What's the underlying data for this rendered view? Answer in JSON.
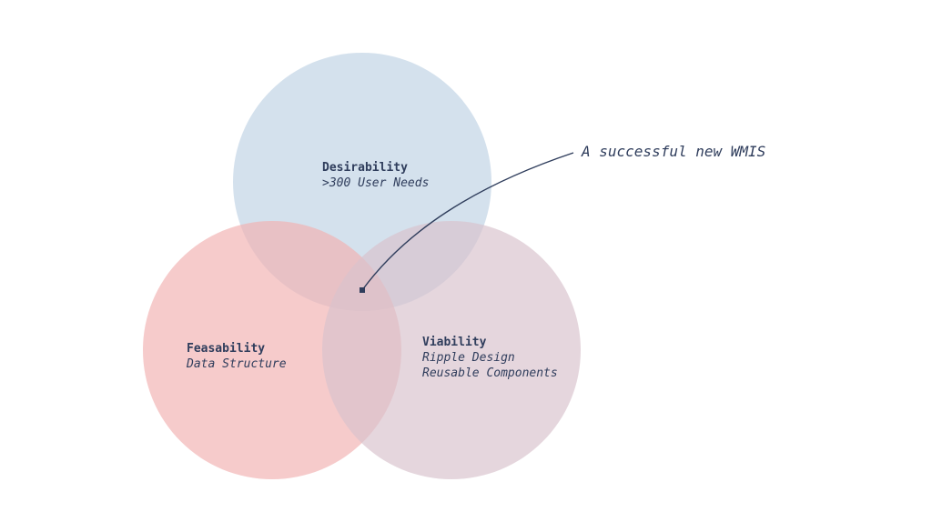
{
  "diagram": {
    "sets": [
      {
        "id": "desirability",
        "title": "Desirability",
        "details": [
          ">300 User Needs"
        ],
        "fill": "#c3d6e6"
      },
      {
        "id": "feasibility",
        "title": "Feasability",
        "details": [
          "Data Structure"
        ],
        "fill": "#f1b3b3"
      },
      {
        "id": "viability",
        "title": "Viability",
        "details": [
          "Ripple Design",
          "Reusable Components"
        ],
        "fill": "#d9c3cd"
      }
    ],
    "annotation": {
      "text": "A successful new WMIS",
      "points_to": "intersection of all three sets"
    },
    "colors": {
      "text": "#2f3d5c",
      "connector": "#2f3d5c"
    }
  }
}
